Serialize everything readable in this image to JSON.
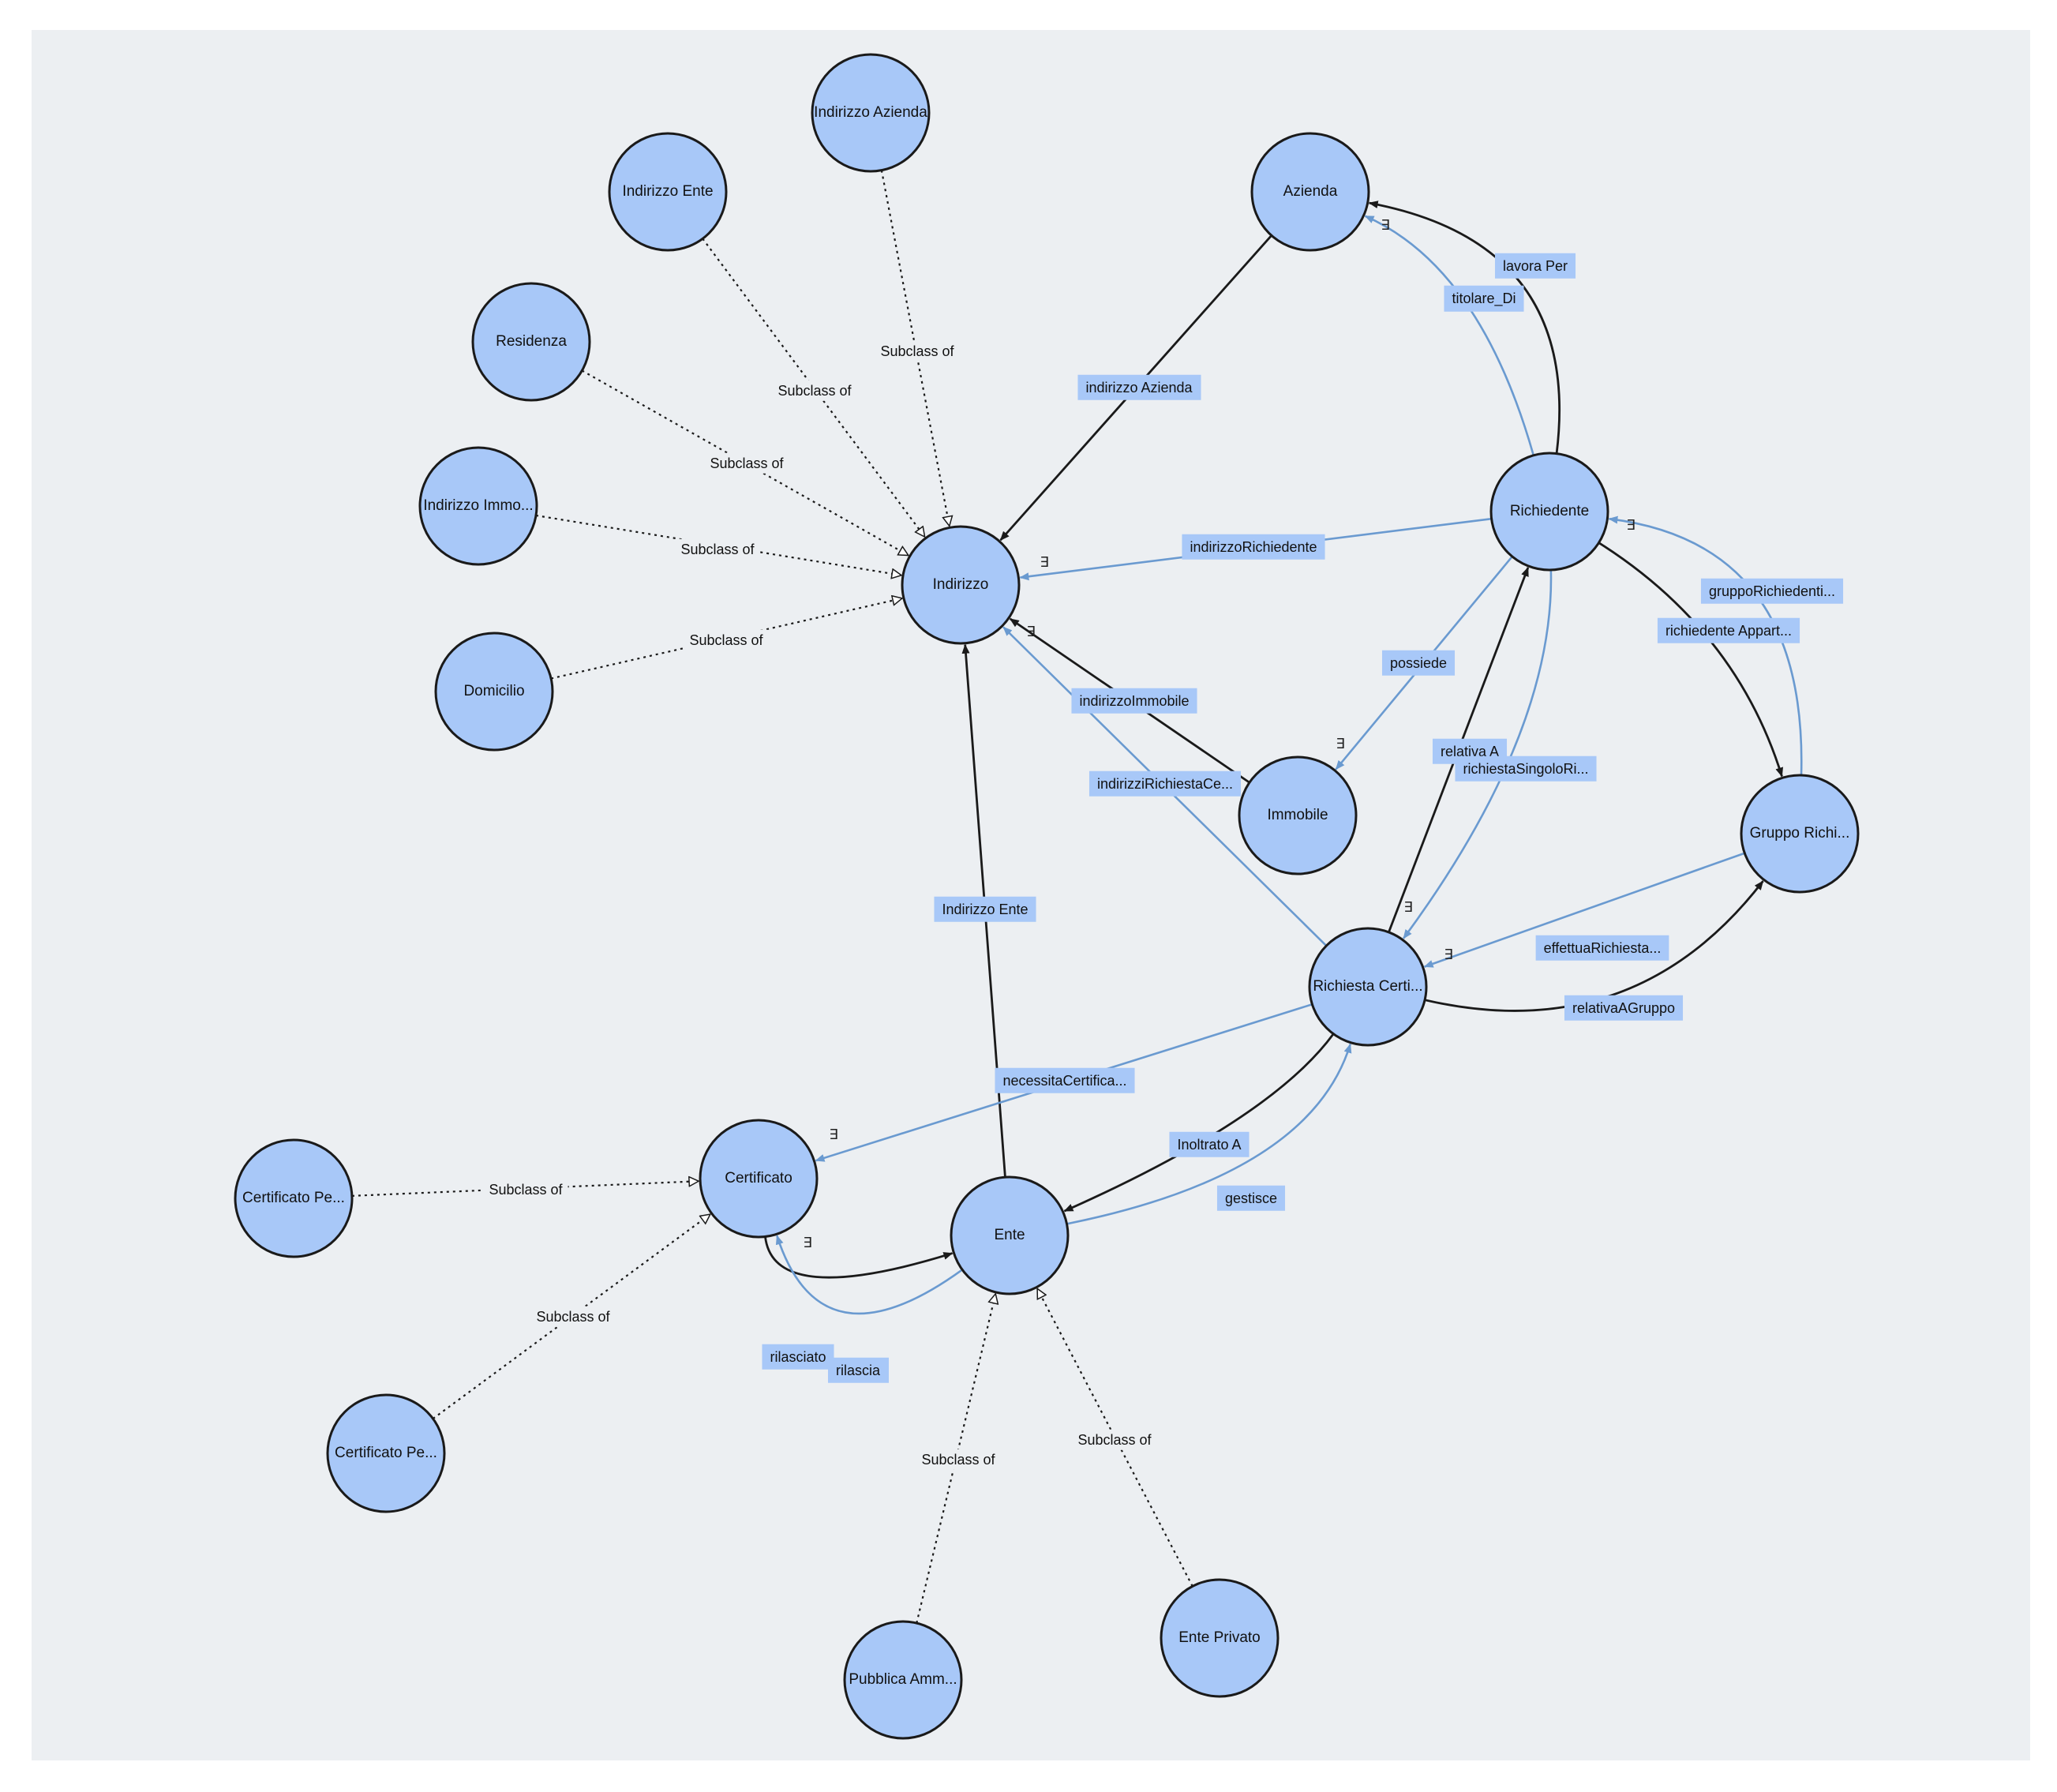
{
  "colors": {
    "background": "#eceff2",
    "node_fill": "#a8c8f8",
    "node_stroke": "#1a1a1a",
    "object_edge": "#1a1a1a",
    "data_edge": "#6a9ad0",
    "label_bg": "#a8c8f8"
  },
  "nodes": [
    {
      "id": "indirizzo_azienda",
      "label": "Indirizzo Azienda"
    },
    {
      "id": "indirizzo_ente",
      "label": "Indirizzo Ente"
    },
    {
      "id": "residenza",
      "label": "Residenza"
    },
    {
      "id": "indirizzo_immo",
      "label": "Indirizzo Immo..."
    },
    {
      "id": "domicilio",
      "label": "Domicilio"
    },
    {
      "id": "indirizzo",
      "label": "Indirizzo"
    },
    {
      "id": "azienda",
      "label": "Azienda"
    },
    {
      "id": "richiedente",
      "label": "Richiedente"
    },
    {
      "id": "immobile",
      "label": "Immobile"
    },
    {
      "id": "gruppo",
      "label": "Gruppo Richi..."
    },
    {
      "id": "richiesta",
      "label": "Richiesta Certi..."
    },
    {
      "id": "certificato",
      "label": "Certificato"
    },
    {
      "id": "ente",
      "label": "Ente"
    },
    {
      "id": "cert_pe_1",
      "label": "Certificato Pe..."
    },
    {
      "id": "cert_pe_2",
      "label": "Certificato Pe..."
    },
    {
      "id": "pubblica",
      "label": "Pubblica Amm..."
    },
    {
      "id": "ente_privato",
      "label": "Ente Privato"
    }
  ],
  "subclass_edges": [
    {
      "from": "indirizzo_azienda",
      "to": "indirizzo",
      "label": "Subclass of"
    },
    {
      "from": "indirizzo_ente",
      "to": "indirizzo",
      "label": "Subclass of"
    },
    {
      "from": "residenza",
      "to": "indirizzo",
      "label": "Subclass of"
    },
    {
      "from": "indirizzo_immo",
      "to": "indirizzo",
      "label": "Subclass of"
    },
    {
      "from": "domicilio",
      "to": "indirizzo",
      "label": "Subclass of"
    },
    {
      "from": "cert_pe_1",
      "to": "certificato",
      "label": "Subclass of"
    },
    {
      "from": "cert_pe_2",
      "to": "certificato",
      "label": "Subclass of"
    },
    {
      "from": "pubblica",
      "to": "ente",
      "label": "Subclass of"
    },
    {
      "from": "ente_privato",
      "to": "ente",
      "label": "Subclass of"
    }
  ],
  "relations": [
    {
      "id": "indirizzo_azienda_rel",
      "from": "azienda",
      "to": "indirizzo",
      "label": "indirizzo Azienda",
      "style": "black",
      "exists": false
    },
    {
      "id": "lavora_per",
      "from": "richiedente",
      "to": "azienda",
      "label": "lavora Per",
      "style": "black",
      "exists": false
    },
    {
      "id": "titolare_di",
      "from": "richiedente",
      "to": "azienda",
      "label": "titolare_Di",
      "style": "blue",
      "exists": true
    },
    {
      "id": "indirizzo_richiedente",
      "from": "richiedente",
      "to": "indirizzo",
      "label": "indirizzoRichiedente",
      "style": "blue",
      "exists": true
    },
    {
      "id": "indirizzo_immobile",
      "from": "immobile",
      "to": "indirizzo",
      "label": "indirizzoImmobile",
      "style": "black",
      "exists": false
    },
    {
      "id": "indirizzi_richiesta",
      "from": "richiesta",
      "to": "indirizzo",
      "label": "indirizziRichiestaCe...",
      "style": "blue",
      "exists": true
    },
    {
      "id": "possiede",
      "from": "richiedente",
      "to": "immobile",
      "label": "possiede",
      "style": "blue",
      "exists": true
    },
    {
      "id": "gruppo_richiedenti",
      "from": "gruppo",
      "to": "richiedente",
      "label": "gruppoRichiedenti...",
      "style": "blue",
      "exists": true
    },
    {
      "id": "richiedente_appart",
      "from": "richiedente",
      "to": "gruppo",
      "label": "richiedente Appart...",
      "style": "black",
      "exists": false
    },
    {
      "id": "relativa_a",
      "from": "richiesta",
      "to": "richiedente",
      "label": "relativa A",
      "style": "black",
      "exists": false
    },
    {
      "id": "richiesta_singolo",
      "from": "richiedente",
      "to": "richiesta",
      "label": "richiestaSingoloRi...",
      "style": "blue",
      "exists": true
    },
    {
      "id": "effettua_richiesta",
      "from": "gruppo",
      "to": "richiesta",
      "label": "effettuaRichiesta...",
      "style": "blue",
      "exists": true
    },
    {
      "id": "relativa_a_gruppo",
      "from": "richiesta",
      "to": "gruppo",
      "label": "relativaAGruppo",
      "style": "black",
      "exists": false
    },
    {
      "id": "indirizzo_ente_rel",
      "from": "ente",
      "to": "indirizzo",
      "label": "Indirizzo Ente",
      "style": "black",
      "exists": false
    },
    {
      "id": "necessita_certifica",
      "from": "richiesta",
      "to": "certificato",
      "label": "necessitaCertifica...",
      "style": "blue",
      "exists": true
    },
    {
      "id": "inoltrato_a",
      "from": "richiesta",
      "to": "ente",
      "label": "Inoltrato A",
      "style": "black",
      "exists": false
    },
    {
      "id": "gestisce",
      "from": "ente",
      "to": "richiesta",
      "label": "gestisce",
      "style": "blue",
      "exists": true
    },
    {
      "id": "rilasciato",
      "from": "certificato",
      "to": "ente",
      "label": "rilasciato",
      "style": "black",
      "exists": false
    },
    {
      "id": "rilascia",
      "from": "ente",
      "to": "certificato",
      "label": "rilascia",
      "style": "blue",
      "exists": true
    }
  ],
  "exists_symbol": "∃"
}
